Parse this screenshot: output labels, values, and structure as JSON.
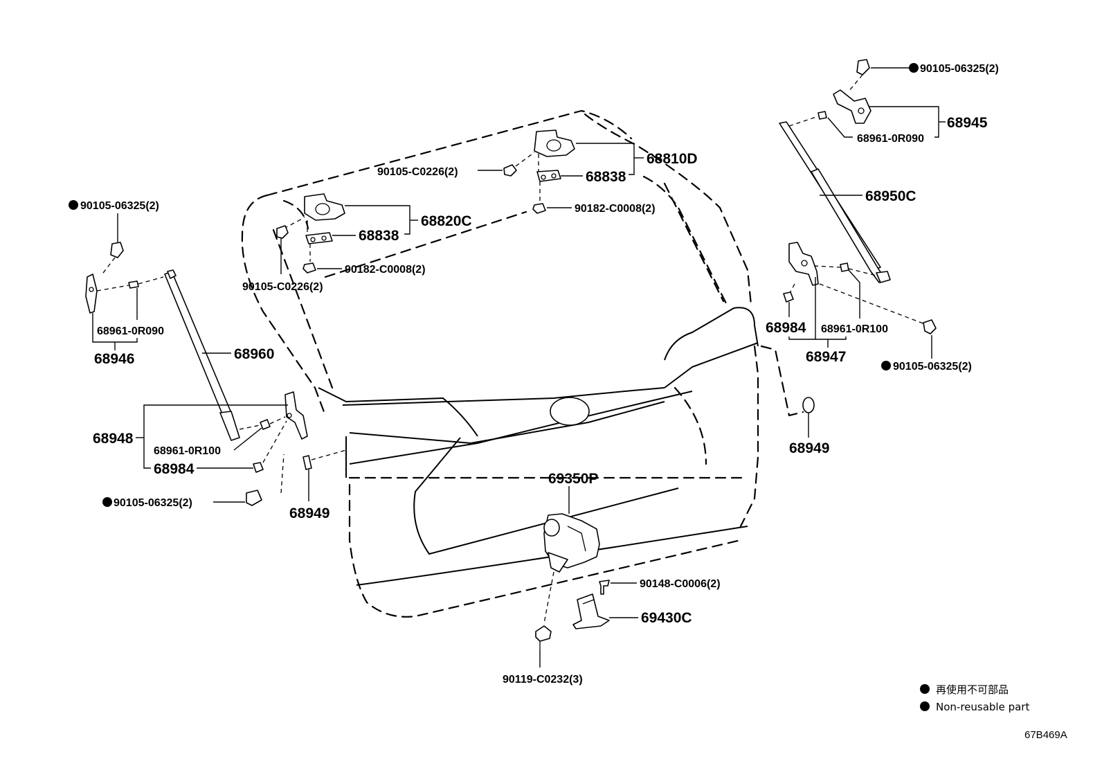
{
  "labels": {
    "p_90105_06325_tr": "90105-06325(2)",
    "p_68945": "68945",
    "p_68961_0r090_r": "68961-0R090",
    "p_68810d": "68810D",
    "p_90105_c0226_top": "90105-C0226(2)",
    "p_68838_r": "68838",
    "p_90182_c0008_r": "90182-C0008(2)",
    "p_68950c": "68950C",
    "p_90105_06325_tl": "90105-06325(2)",
    "p_68820c": "68820C",
    "p_68838_l": "68838",
    "p_90182_c0008_l": "90182-C0008(2)",
    "p_90105_c0226_mid": "90105-C0226(2)",
    "p_68961_0r090_l": "68961-0R090",
    "p_68946": "68946",
    "p_68960": "68960",
    "p_68984_r": "68984",
    "p_68961_0r100_r": "68961-0R100",
    "p_68947": "68947",
    "p_90105_06325_mr": "90105-06325(2)",
    "p_68948": "68948",
    "p_68961_0r100_l": "68961-0R100",
    "p_68984_l": "68984",
    "p_68949_r": "68949",
    "p_90105_06325_bl": "90105-06325(2)",
    "p_68949_l": "68949",
    "p_69350p": "69350P",
    "p_90148_c0006": "90148-C0006(2)",
    "p_69430c": "69430C",
    "p_90119_c0232": "90119-C0232(3)"
  },
  "legend": {
    "item_jp": "再使用不可部品",
    "item_en": "Non-reusable part"
  },
  "figure_ref": "67B469A"
}
